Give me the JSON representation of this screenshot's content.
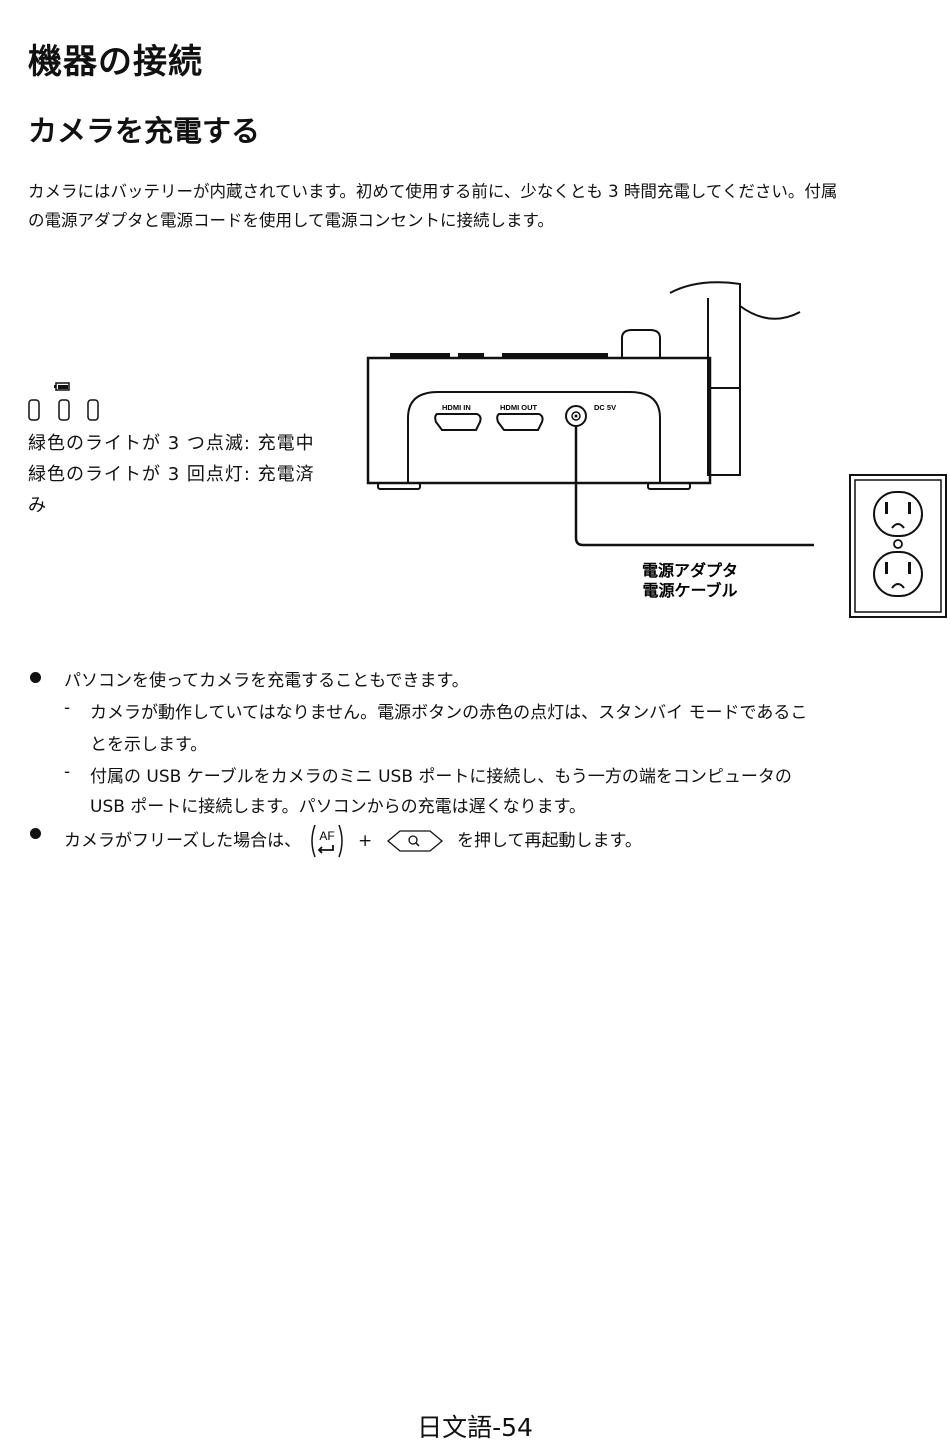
{
  "heading": "機器の接続",
  "subheading": "カメラを充電する",
  "intro": {
    "line1": "カメラにはバッテリーが内蔵されています。初めて使用する前に、少なくとも 3 時間充電してください。付属",
    "line2": "の電源アダプタと電源コードを使用して電源コンセントに接続します。"
  },
  "led": {
    "line1": "緑色のライトが 3 つ点滅: 充電中",
    "line2": "緑色のライトが 3 回点灯: 充電済",
    "line3": "み"
  },
  "diagram": {
    "port_hdmi_in": "HDMI IN",
    "port_hdmi_out": "HDMI OUT",
    "port_dc": "DC 5V",
    "adapter_label": "電源アダプタ",
    "cable_label": "電源ケーブル"
  },
  "bullets": {
    "b1": "パソコンを使ってカメラを充電することもできます。",
    "b1_sub1_line1": "カメラが動作していてはなりません。電源ボタンの赤色の点灯は、スタンバイ モードであるこ",
    "b1_sub1_line2": "とを示します。",
    "b1_sub2_line1": "付属の USB ケーブルをカメラのミニ USB ポートに接続し、もう一方の端をコンピュータの",
    "b1_sub2_line2": "USB ポートに接続します。パソコンからの充電は遅くなります。",
    "b2_before": "カメラがフリーズした場合は、",
    "b2_plus": "+",
    "b2_after": "を押して再起動します。",
    "af_key_label": "AF",
    "dash": "-"
  },
  "footer": "日文語-54"
}
